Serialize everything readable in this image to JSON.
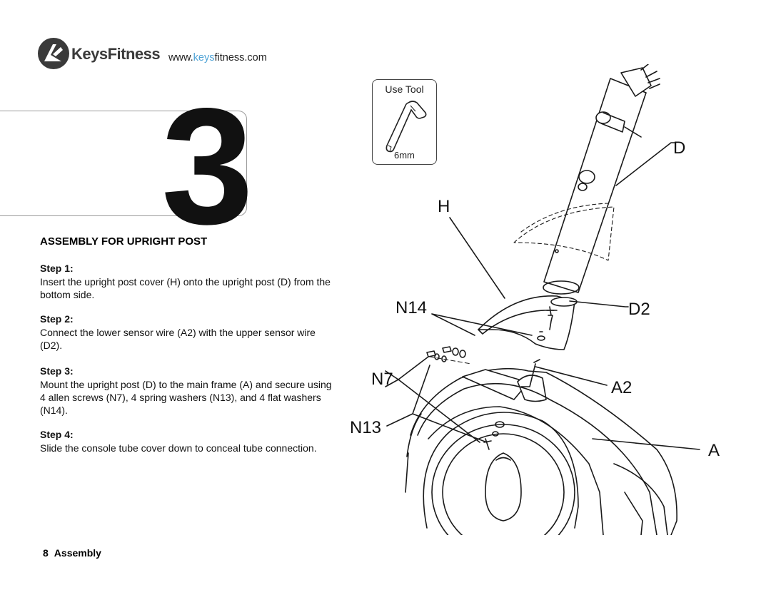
{
  "header": {
    "brand_name": "KeysFitness",
    "url_prefix": "www.",
    "url_highlight": "keys",
    "url_suffix": "fitness.com",
    "accent_color": "#4fa3d6"
  },
  "step_number": "3",
  "section_title": "ASSEMBLY FOR UPRIGHT POST",
  "steps": [
    {
      "label": "Step 1:",
      "text": "Insert the upright post cover (H) onto the upright post (D) from the bottom side."
    },
    {
      "label": "Step 2:",
      "text": "Connect the lower sensor wire (A2) with the upper sensor wire (D2)."
    },
    {
      "label": "Step 3:",
      "text": "Mount the upright post (D) to the main frame (A) and secure using 4 allen screws (N7), 4 spring washers (N13), and 4 flat washers (N14)."
    },
    {
      "label": "Step 4:",
      "text": "Slide the console tube cover down to conceal tube connection."
    }
  ],
  "tool": {
    "title": "Use Tool",
    "size": "6mm",
    "icon": "allen-wrench-icon"
  },
  "callouts": {
    "D": "D",
    "H": "H",
    "N14": "N14",
    "D2": "D2",
    "N7": "N7",
    "A2": "A2",
    "N13": "N13",
    "A": "A"
  },
  "footer": {
    "page": "8",
    "section": "Assembly"
  }
}
